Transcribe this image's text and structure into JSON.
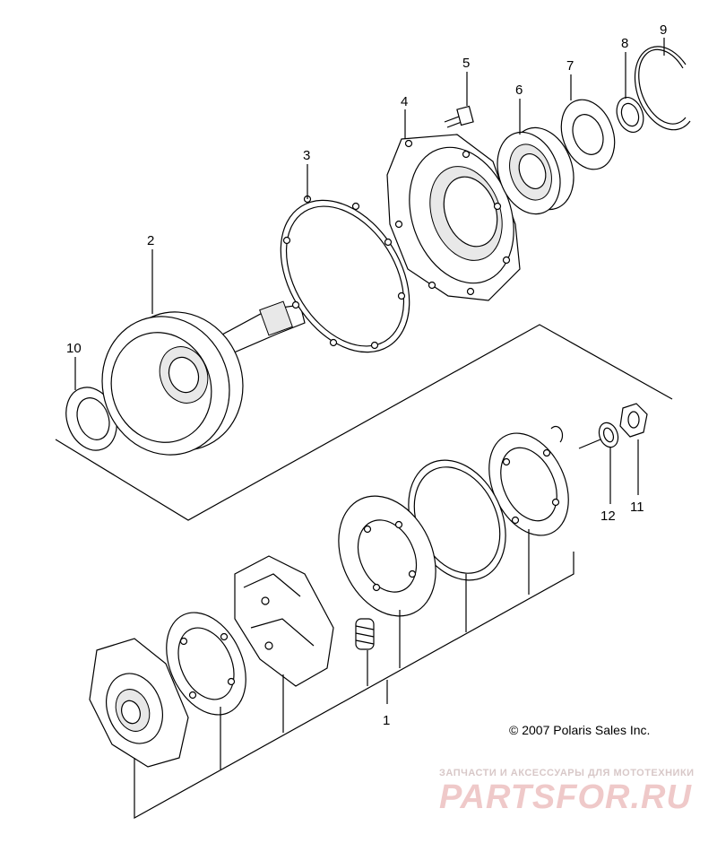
{
  "callouts": [
    "1",
    "2",
    "3",
    "4",
    "5",
    "6",
    "7",
    "8",
    "9",
    "10",
    "11",
    "12"
  ],
  "copyright": "© 2007 Polaris Sales Inc.",
  "watermark": {
    "subtitle": "ЗАПЧАСТИ И АКСЕССУАРЫ ДЛЯ МОТОТЕХНИКИ",
    "logo": "PARTSFOR.RU"
  }
}
